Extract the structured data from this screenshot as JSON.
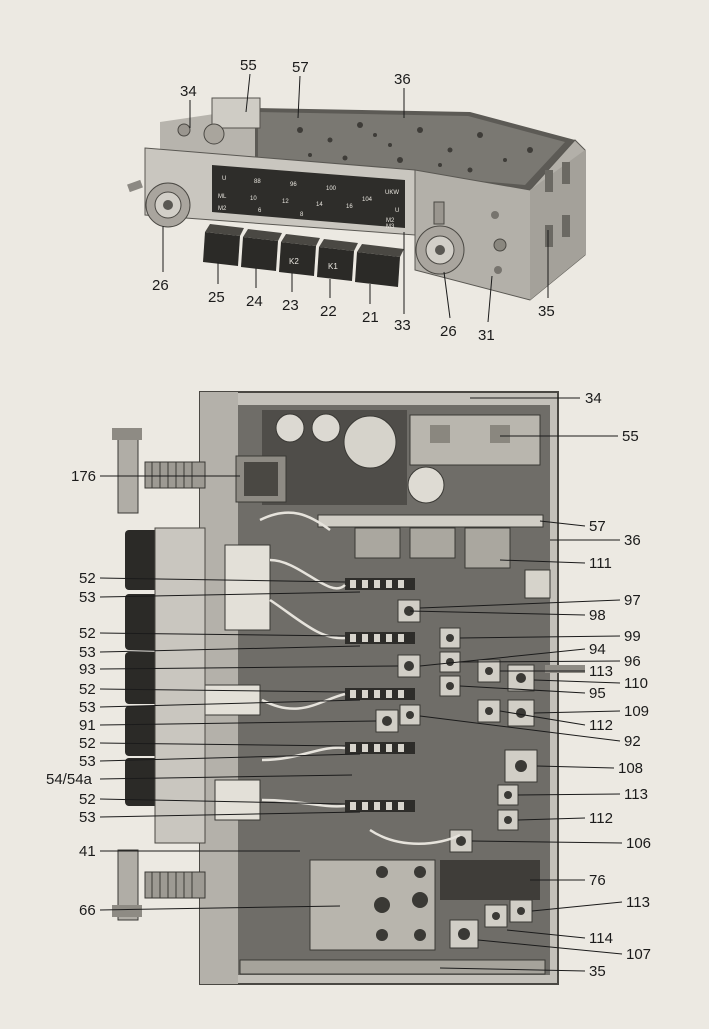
{
  "top_view": {
    "dial_markings": {
      "row1": [
        "U",
        "88",
        "96",
        "100",
        "UKW"
      ],
      "row2": [
        "ML",
        "10",
        "12",
        "14",
        "16",
        "104",
        "U"
      ],
      "row3": [
        "M2",
        "6",
        "8",
        "M2",
        "M3"
      ]
    },
    "button_labels": [
      "",
      "",
      "K2",
      "K1",
      ""
    ],
    "callouts": [
      "55",
      "57",
      "36",
      "34",
      "26",
      "25",
      "24",
      "23",
      "22",
      "21",
      "33",
      "26",
      "31",
      "35"
    ]
  },
  "side_view": {
    "left_callouts": [
      "176",
      "52",
      "53",
      "52",
      "53",
      "93",
      "52",
      "53",
      "91",
      "52",
      "53",
      "54/54a",
      "52",
      "53",
      "41",
      "66"
    ],
    "right_callouts": [
      "34",
      "55",
      "57",
      "36",
      "111",
      "97",
      "98",
      "99",
      "94",
      "96",
      "113",
      "110",
      "95",
      "109",
      "112",
      "92",
      "108",
      "113",
      "112",
      "106",
      "76",
      "113",
      "114",
      "107",
      "35"
    ]
  }
}
